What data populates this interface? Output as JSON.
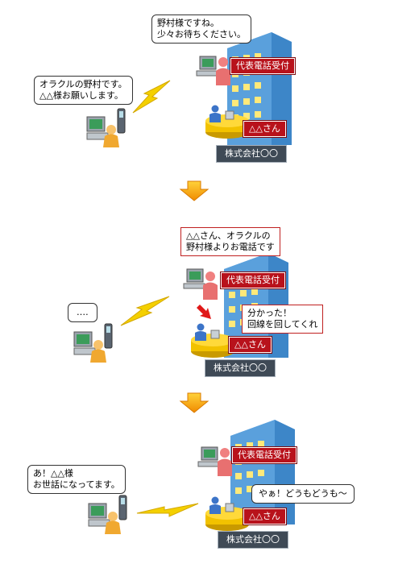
{
  "panels": [
    {
      "caller_bubble": "オラクルの野村です。\n△△様お願いします。",
      "reception_bubble": "野村様ですね。\n少々お待ちください。",
      "reception_label": "代表電話受付",
      "person_label": "△△さん",
      "company_label": "株式会社〇〇"
    },
    {
      "caller_bubble": "‥‥",
      "reception_bubble": "△△さん、オラクルの\n野村様よりお電話です",
      "reception_label": "代表電話受付",
      "person_bubble": "分かった！\n回線を回してくれ",
      "person_label": "△△さん",
      "company_label": "株式会社〇〇"
    },
    {
      "caller_bubble": "あ！△△様\nお世話になってます。",
      "reception_label": "代表電話受付",
      "person_bubble": "やぁ！どうもどうも～",
      "person_label": "△△さん",
      "company_label": "株式会社〇〇"
    }
  ],
  "colors": {
    "label_red": "#b8121b",
    "company_dark": "#3f4a56",
    "arrow_orange": "#f5a000",
    "building_blue": "#5aa0dc",
    "lightning_yellow": "#f4d000"
  }
}
